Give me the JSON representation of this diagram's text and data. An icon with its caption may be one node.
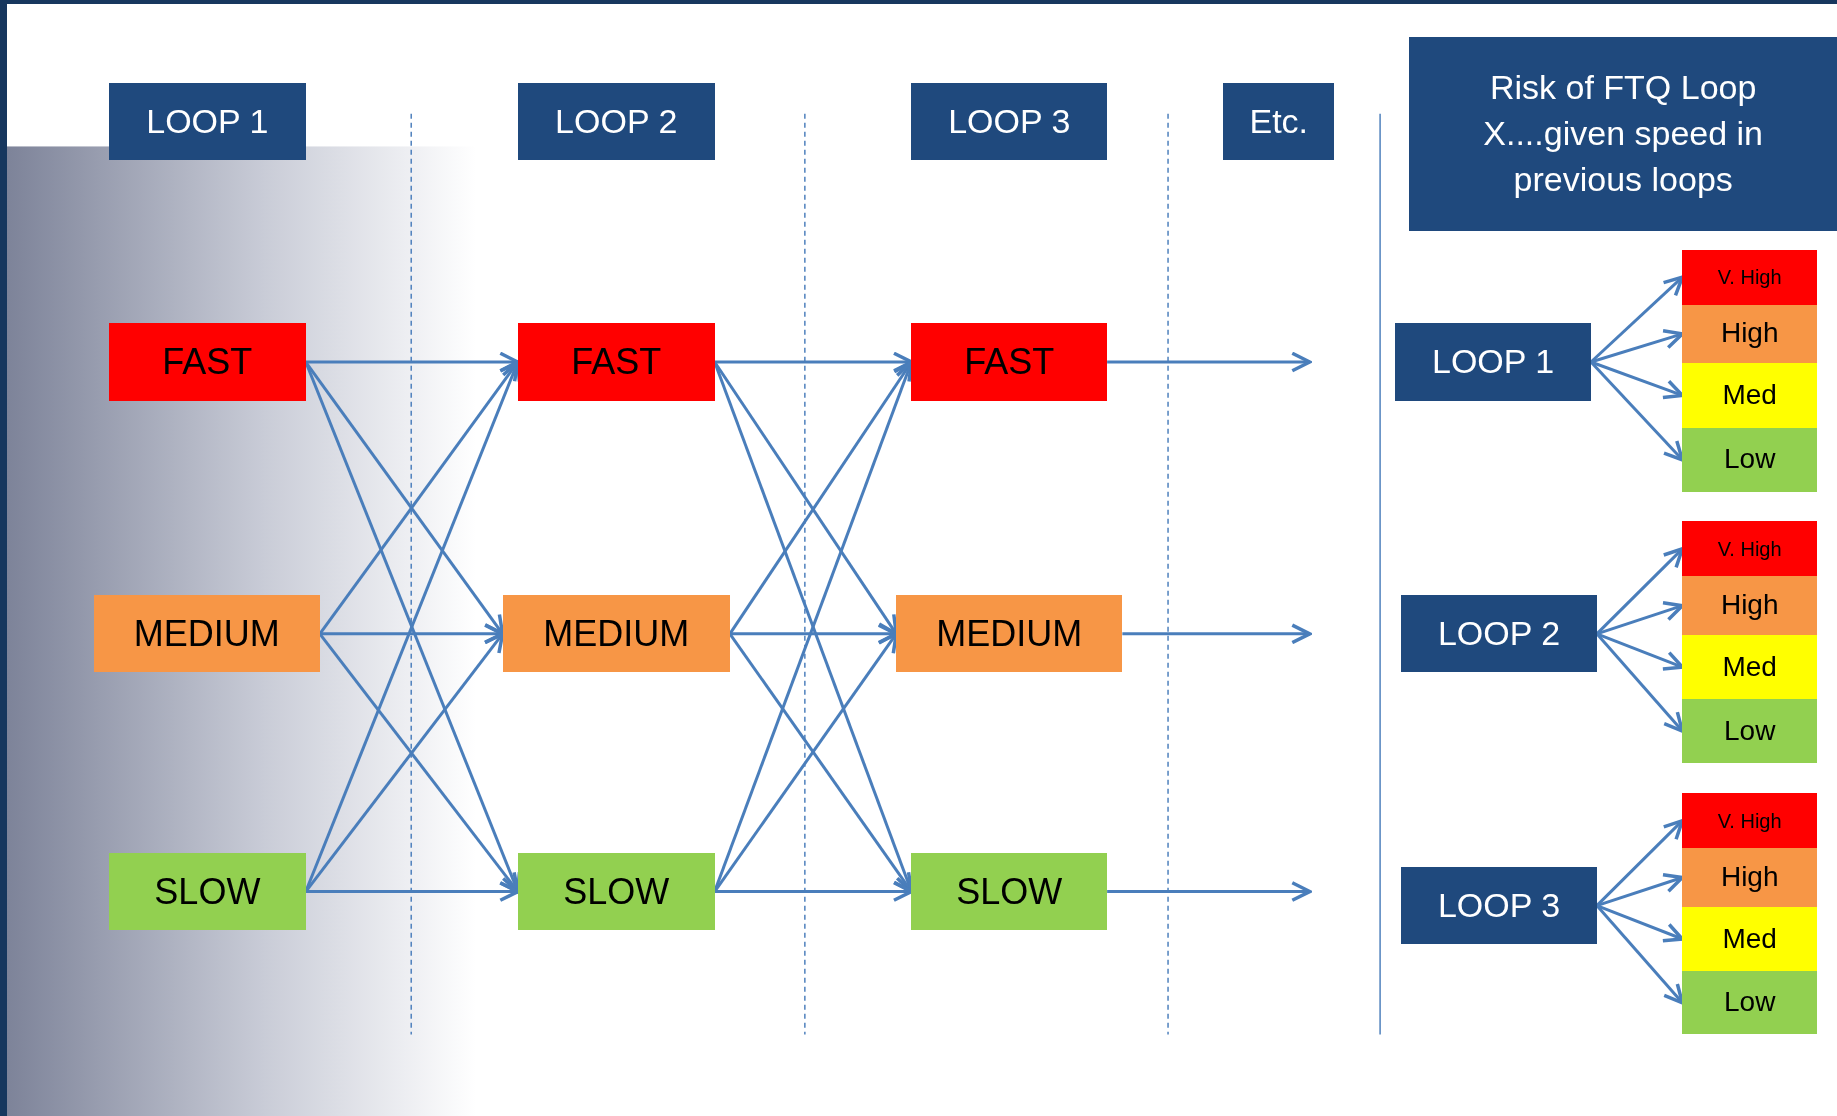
{
  "diagram": {
    "nodes": [
      {
        "text": [
          "LOOP 1"
        ]
      },
      {
        "text": [
          "LOOP 2"
        ]
      },
      {
        "text": [
          "LOOP 3"
        ]
      },
      {
        "text": [
          "Etc."
        ]
      },
      {
        "text": [
          "Risk of FTQ Loop X....given speed in previous loops"
        ]
      },
      {
        "text": [
          "FAST"
        ]
      },
      {
        "text": [
          "FAST"
        ]
      },
      {
        "text": [
          "FAST"
        ]
      },
      {
        "text": [
          "MEDIUM"
        ]
      },
      {
        "text": [
          "MEDIUM"
        ]
      },
      {
        "text": [
          "MEDIUM"
        ]
      },
      {
        "text": [
          "SLOW"
        ]
      },
      {
        "text": [
          "SLOW"
        ]
      },
      {
        "text": [
          "SLOW"
        ]
      },
      {
        "text": [
          "LOOP 1"
        ]
      },
      {
        "text": [
          "V. High"
        ]
      },
      {
        "text": [
          "High"
        ]
      },
      {
        "text": [
          "Med"
        ]
      },
      {
        "text": [
          "Low"
        ]
      },
      {
        "text": [
          "LOOP 2"
        ]
      },
      {
        "text": [
          "V. High"
        ]
      },
      {
        "text": [
          "High"
        ]
      },
      {
        "text": [
          "Med"
        ]
      },
      {
        "text": [
          "Low"
        ]
      },
      {
        "text": [
          "LOOP 3"
        ]
      },
      {
        "text": [
          "V. High"
        ]
      },
      {
        "text": [
          "High"
        ]
      },
      {
        "text": [
          "Med"
        ]
      },
      {
        "text": [
          "Low"
        ]
      }
    ],
    "edges": [
      {
        "from": 5,
        "to": 6,
        "arrow": "to"
      },
      {
        "from": 5,
        "to": 9,
        "arrow": "to"
      },
      {
        "from": 5,
        "to": 12,
        "arrow": "to"
      },
      {
        "from": 8,
        "to": 6,
        "arrow": "to"
      },
      {
        "from": 8,
        "to": 9,
        "arrow": "to"
      },
      {
        "from": 8,
        "to": 12,
        "arrow": "to"
      },
      {
        "from": 11,
        "to": 6,
        "arrow": "to"
      },
      {
        "from": 11,
        "to": 9,
        "arrow": "to"
      },
      {
        "from": 11,
        "to": 12,
        "arrow": "to"
      },
      {
        "from": 6,
        "to": 7,
        "arrow": "to"
      },
      {
        "from": 6,
        "to": 10,
        "arrow": "to"
      },
      {
        "from": 6,
        "to": 13,
        "arrow": "to"
      },
      {
        "from": 9,
        "to": 7,
        "arrow": "to"
      },
      {
        "from": 9,
        "to": 10,
        "arrow": "to"
      },
      {
        "from": 9,
        "to": 13,
        "arrow": "to"
      },
      {
        "from": 12,
        "to": 7,
        "arrow": "to"
      },
      {
        "from": 12,
        "to": 10,
        "arrow": "to"
      },
      {
        "from": 12,
        "to": 13,
        "arrow": "to"
      },
      {
        "from": 7,
        "to": null,
        "arrow": "to"
      },
      {
        "from": 10,
        "to": null,
        "arrow": "to"
      },
      {
        "from": 13,
        "to": null,
        "arrow": "to"
      },
      {
        "from": 14,
        "to": 15,
        "arrow": "to"
      },
      {
        "from": 14,
        "to": 16,
        "arrow": "to"
      },
      {
        "from": 14,
        "to": 17,
        "arrow": "to"
      },
      {
        "from": 14,
        "to": 18,
        "arrow": "to"
      },
      {
        "from": 19,
        "to": 20,
        "arrow": "to"
      },
      {
        "from": 19,
        "to": 21,
        "arrow": "to"
      },
      {
        "from": 19,
        "to": 22,
        "arrow": "to"
      },
      {
        "from": 19,
        "to": 23,
        "arrow": "to"
      },
      {
        "from": 24,
        "to": 25,
        "arrow": "to"
      },
      {
        "from": 24,
        "to": 26,
        "arrow": "to"
      },
      {
        "from": 24,
        "to": 27,
        "arrow": "to"
      },
      {
        "from": 24,
        "to": 28,
        "arrow": "to"
      }
    ]
  }
}
